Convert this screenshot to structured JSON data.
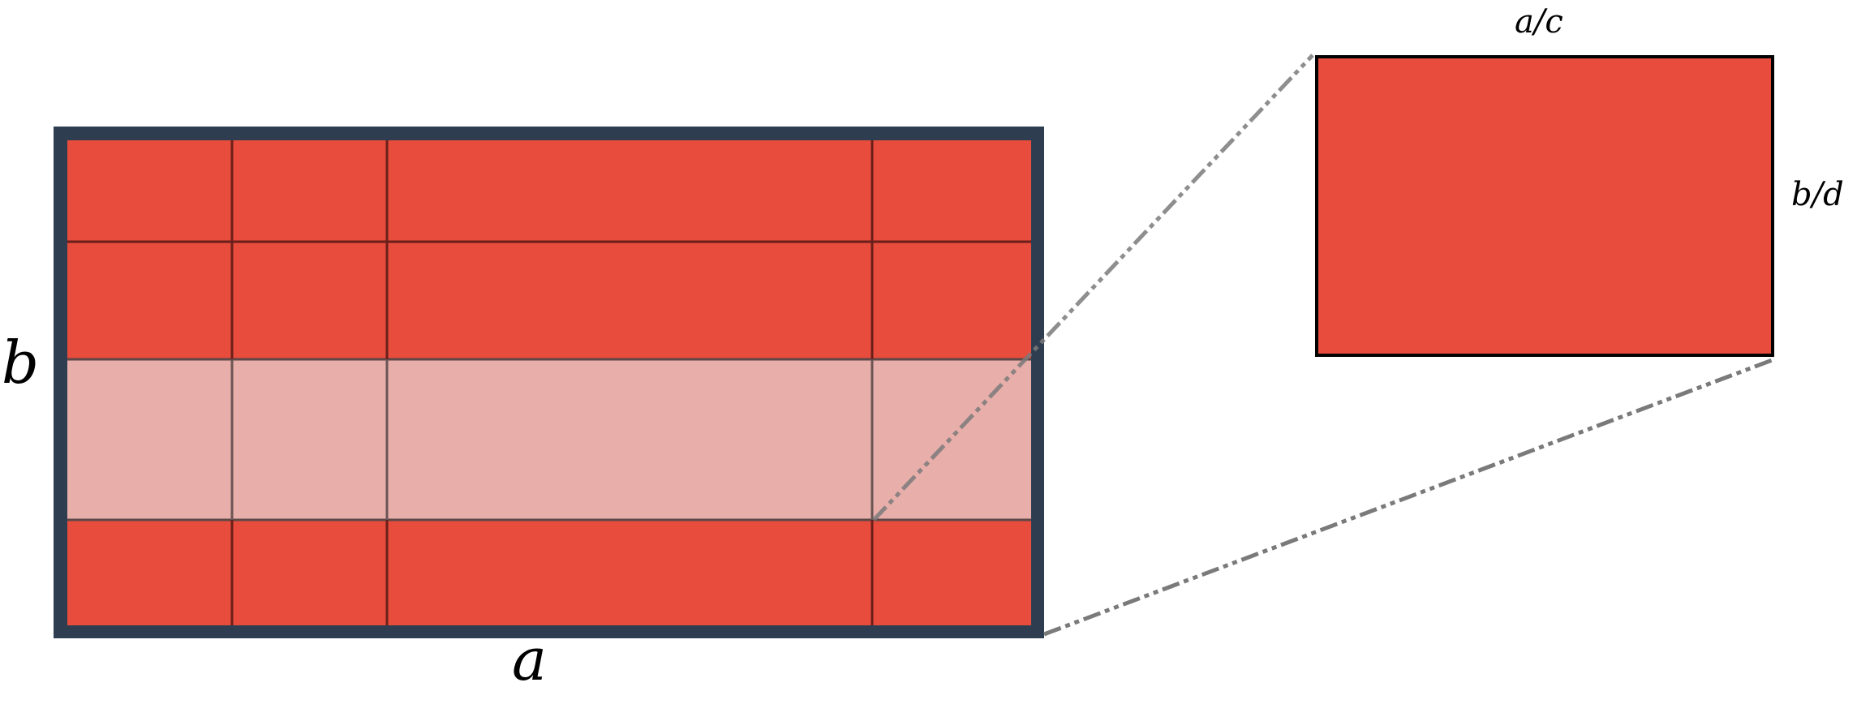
{
  "labels": {
    "width_label": "a",
    "height_label": "b",
    "cell_width_label": "a/c",
    "cell_height_label": "b/d"
  },
  "colors": {
    "frame": "#2e3e50",
    "cell_fill": "#e74c3c",
    "highlight_row_fill": "#e8aeaa",
    "grid_line": "#6b1f1a",
    "zoom_line": "#808080",
    "zoom_rect_border": "#000000"
  },
  "grid": {
    "columns": 4,
    "rows": 4,
    "highlighted_row_index": 2,
    "vertical_lines_x": [
      286,
      477,
      1075
    ],
    "horizontal_lines_y": [
      298,
      443,
      641
    ]
  }
}
